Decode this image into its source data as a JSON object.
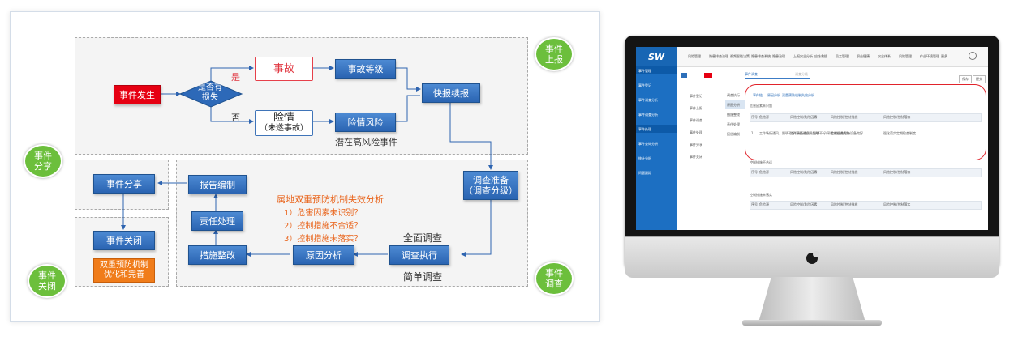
{
  "diagram": {
    "bubbles": {
      "report": "事件\n上报",
      "share": "事件\n分享",
      "close": "事件\n关闭",
      "investigate": "事件\n调查"
    },
    "nodes": {
      "event_occurs": "事件发生",
      "is_loss": "是否有\n损失",
      "yes": "是",
      "no": "否",
      "accident": "事故",
      "near_miss": "险情",
      "near_miss_sub": "（未遂事故）",
      "accident_grade": "事故等级",
      "near_miss_risk": "险情风险",
      "potential_event": "潜在高风险事件",
      "quick_report": "快报续报",
      "investigation_prep": "调查准备\n（调查分级）",
      "investigation": "调查执行",
      "full_investigation": "全面调查",
      "simple_investigation": "简单调查",
      "cause_analysis": "原因分析",
      "measure_rectify": "措施整改",
      "responsibility": "责任处理",
      "report_writing": "报告编制",
      "event_share": "事件分享",
      "event_close": "事件关闭",
      "optimize": "双重预防机制\n优化和完善"
    },
    "analysis": {
      "title": "属地双重预防机制失效分析",
      "items": [
        "1）危害因素未识别？",
        "2）控制措施不合适？",
        "3）控制措施未落实？"
      ]
    }
  },
  "monitor": {
    "logo": "SW",
    "nav": [
      "风险管理",
      "隐患排查治理",
      "视频智能决策",
      "隐患排查系统",
      "隐患治理",
      "上报安全分析",
      "应急救援",
      "员工管理",
      "职业健康",
      "安全体系",
      "风险管理",
      "作业环境管理",
      "更多"
    ],
    "sidebar": [
      "事件管理",
      "事件登记",
      "事件调查分析",
      "事件调查分析",
      "事件处理",
      "事件查询分析",
      "统计分析",
      "问题跟踪"
    ],
    "sub_menu": [
      "事件登记",
      "事件上报",
      "事件调查",
      "事件处理",
      "事件分享",
      "事件关闭"
    ],
    "steps": [
      "事件调查",
      "调查分级"
    ],
    "tabs2": [
      "调查执行",
      "原因分析",
      "措施整改",
      "责任处理",
      "报告编制"
    ],
    "tabs3": [
      "事件链",
      "原因分析",
      "双重预防机制失效分析"
    ],
    "section1": "危害因素未识别",
    "section2": "控制措施不合适",
    "section3": "控制措施未落实",
    "table_headers": [
      "序号",
      "危险源",
      "风险控制/危险因素",
      "风险控制/控制措施",
      "风险控制/控制落实"
    ],
    "row": [
      "1",
      "工作场所通风、照明不好/采暖或空调失效",
      "工作场所通风、照明不好/采暖或空调失效",
      "定期检查保持设备完好",
      "强化落实定期检查制度"
    ],
    "buttons": [
      "保存",
      "提交"
    ]
  }
}
